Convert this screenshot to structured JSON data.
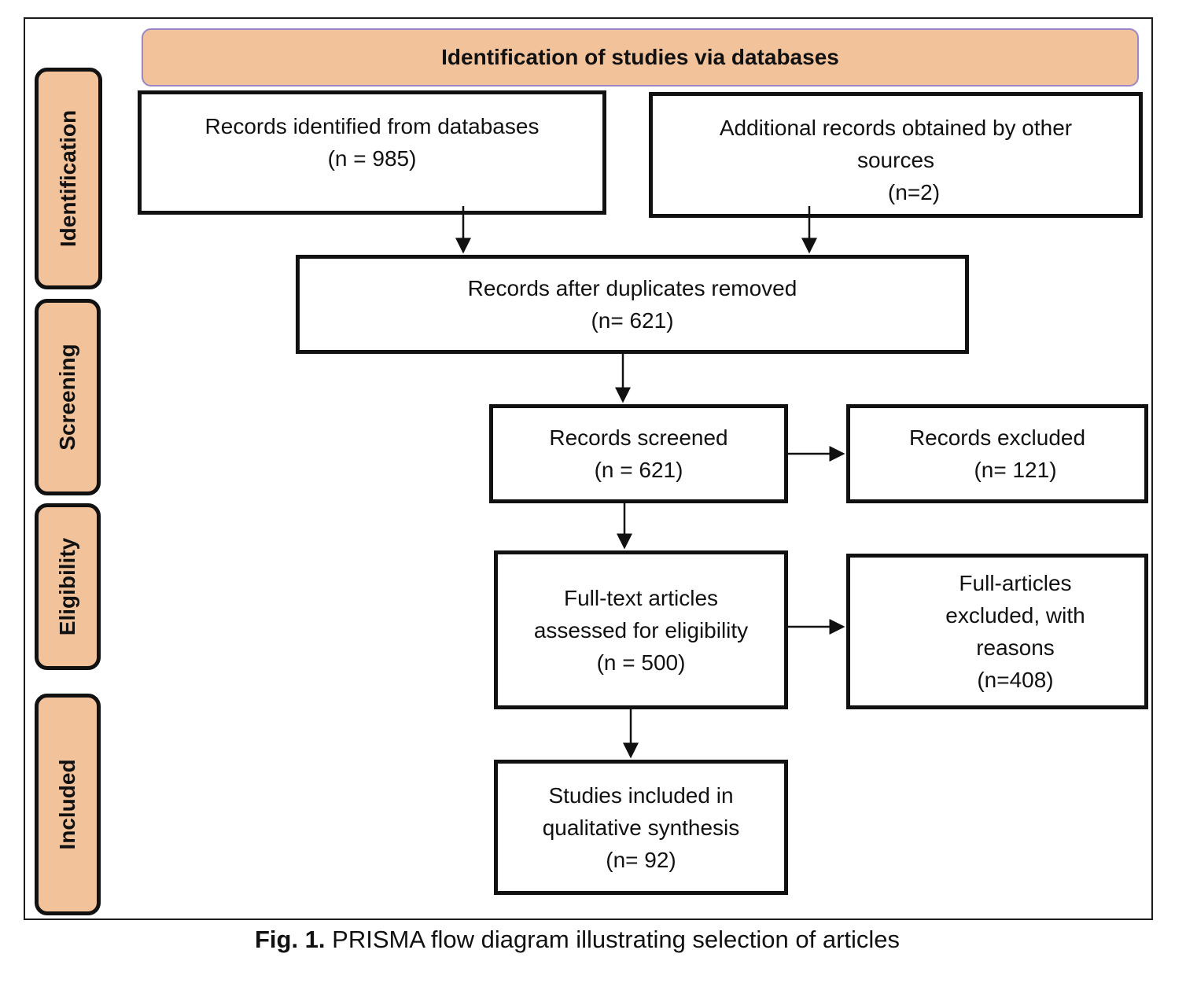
{
  "header": {
    "title": "Identification of studies via databases"
  },
  "stages": {
    "identification": "Identification",
    "screening": "Screening",
    "eligibility": "Eligibility",
    "included": "Included"
  },
  "boxes": {
    "records_identified": {
      "label": "Records identified from databases",
      "count": "(n = 985)"
    },
    "additional_records": {
      "label_line1": "Additional records obtained by other",
      "label_line2": "sources",
      "count": "(n=2)"
    },
    "after_duplicates": {
      "label": "Records after duplicates removed",
      "count": "(n= 621)"
    },
    "records_screened": {
      "label": "Records screened",
      "count": "(n = 621)"
    },
    "records_excluded": {
      "label": "Records excluded",
      "count": "(n= 121)"
    },
    "full_text_assessed": {
      "label_line1": "Full-text articles",
      "label_line2": "assessed for eligibility",
      "count": "(n = 500)"
    },
    "full_articles_excluded": {
      "label_line1": "Full-articles",
      "label_line2": "excluded, with",
      "label_line3": "reasons",
      "count": "(n=408)"
    },
    "studies_included": {
      "label_line1": "Studies included in",
      "label_line2": "qualitative synthesis",
      "count": "(n= 92)"
    }
  },
  "caption": {
    "prefix": "Fig. 1.",
    "text": " PRISMA flow diagram illustrating selection of articles"
  }
}
